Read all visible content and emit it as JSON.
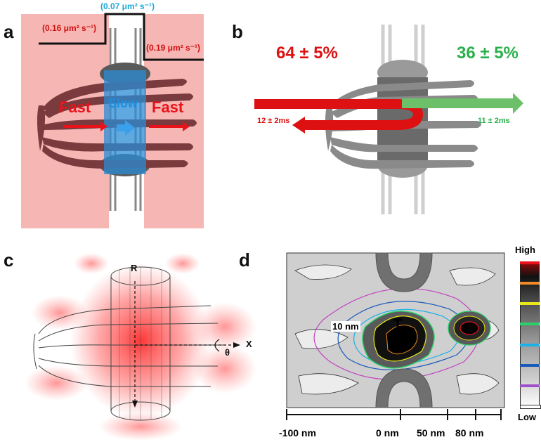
{
  "panels": {
    "a": {
      "letter": "a",
      "rate_left": "(0.16 μm² s⁻¹)",
      "rate_center": "(0.07 μm² s⁻¹)",
      "rate_right": "(0.19 μm² s⁻¹)",
      "label_fast_left": "Fast",
      "label_slow": "Slow",
      "label_fast_right": "Fast",
      "colors": {
        "fast": "#e8121a",
        "slow": "#1c8ee0",
        "rate_center": "#1aa7d8",
        "background": "#f6b7b4"
      }
    },
    "b": {
      "letter": "b",
      "pct_left": "64 ± 5%",
      "pct_right": "36 ± 5%",
      "time_left": "12 ± 2ms",
      "time_right": "11 ± 2ms",
      "colors": {
        "red": "#dd1111",
        "green": "#2ab04a"
      }
    },
    "c": {
      "letter": "c",
      "axis_r": "R",
      "axis_x": "X",
      "axis_theta": "θ"
    },
    "d": {
      "letter": "d",
      "scale_label": "10 nm",
      "legend_high": "High",
      "legend_low": "Low",
      "legend_colors": [
        "#e8121a",
        "#f08a24",
        "#e8e81a",
        "#2ad06a",
        "#1ab0e8",
        "#1a5ab8",
        "#a050c8",
        "#ffffff"
      ],
      "x_ticks": [
        "-100 nm",
        "0 nm",
        "50 nm",
        "80 nm"
      ]
    }
  }
}
